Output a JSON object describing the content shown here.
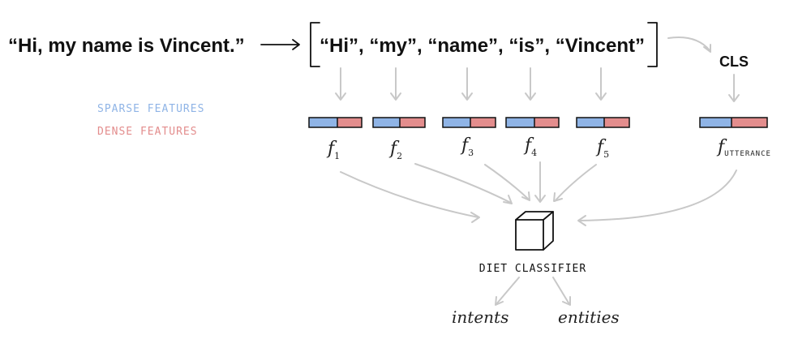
{
  "input_sentence": "“Hi, my name is Vincent.”",
  "tokens_text": "“Hi”, “my”, “name”, “is”, “Vincent”",
  "cls_label": "CLS",
  "legend": {
    "sparse_label": "SPARSE FEATURES",
    "dense_label": "DENSE FEATURES",
    "sparse_color": "#8fb4e6",
    "dense_color": "#e38d8d"
  },
  "features": [
    {
      "f": "f",
      "sub": "1"
    },
    {
      "f": "f",
      "sub": "2"
    },
    {
      "f": "f",
      "sub": "3"
    },
    {
      "f": "f",
      "sub": "4"
    },
    {
      "f": "f",
      "sub": "5"
    }
  ],
  "utterance_feature": {
    "f": "f",
    "sub": "UTTERANCE"
  },
  "classifier_label": "DIET CLASSIFIER",
  "outputs": [
    "intents",
    "entities"
  ]
}
